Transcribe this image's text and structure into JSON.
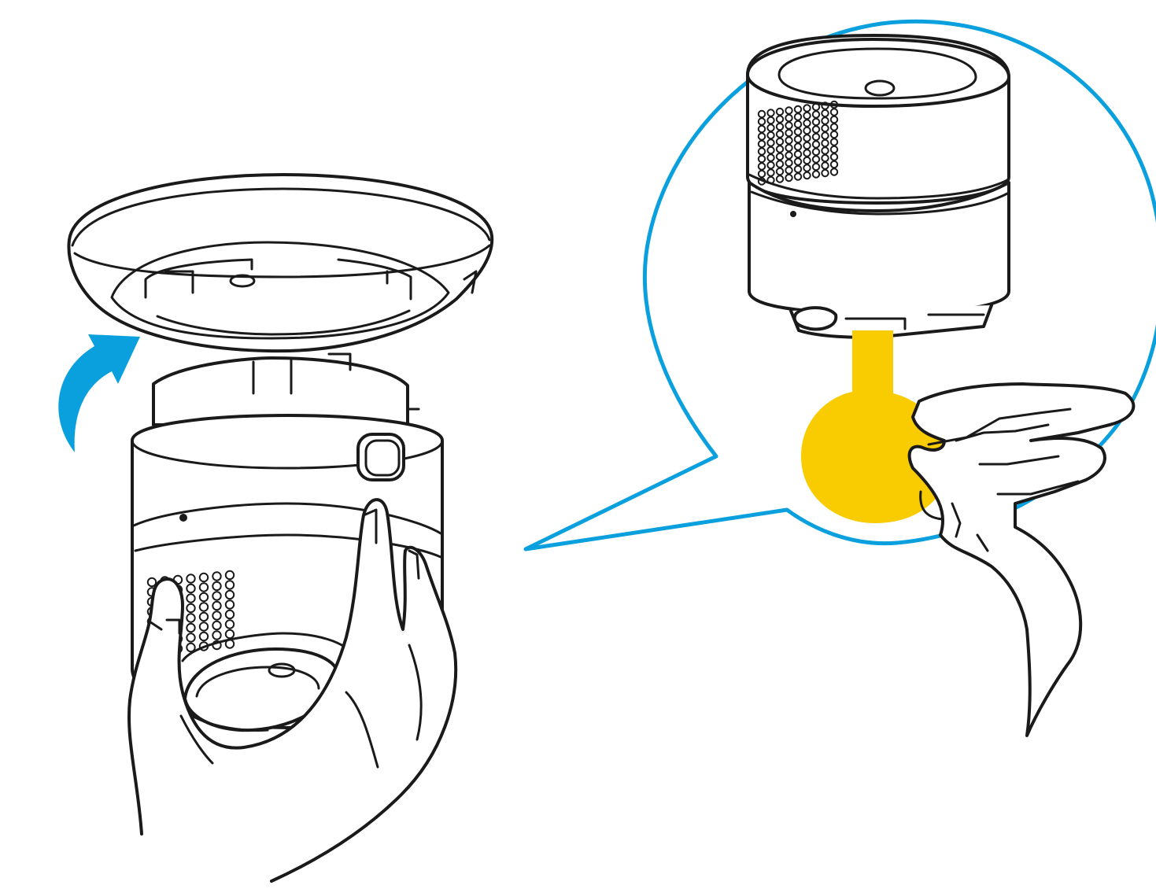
{
  "illustration": {
    "left_scene": {
      "parts": [
        "ceiling-mount-plate",
        "rotate-arrow-icon",
        "camera-body",
        "left-hand"
      ],
      "arrow_direction": "clockwise-up"
    },
    "right_scene": {
      "parts": [
        "zoom-callout-bubble",
        "camera-closeup",
        "adhesive-pull-tab",
        "right-hand"
      ]
    },
    "colors": {
      "outline": "#1a1a1a",
      "accent_blue": "#0aa0de",
      "pull_tab_yellow": "#f8cc00",
      "background": "#ffffff"
    },
    "speaker_grille": {
      "left_rows": 8,
      "left_cols": 7,
      "right_rows": 10,
      "right_cols": 9
    }
  }
}
